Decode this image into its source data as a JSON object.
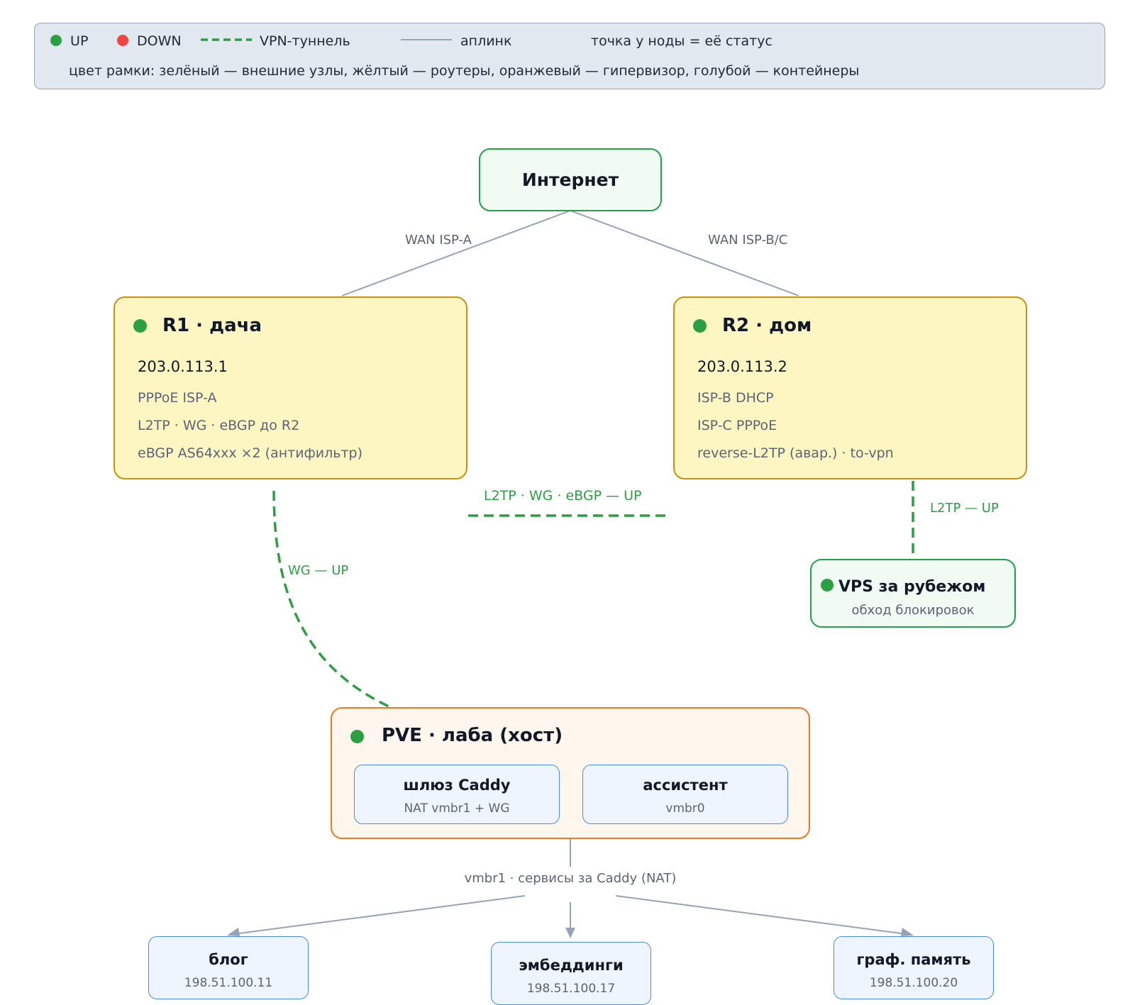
{
  "legend": {
    "up": "UP",
    "down": "DOWN",
    "vpn": "VPN-туннель",
    "uplink": "аплинк",
    "dot_note": "точка у ноды = её статус",
    "frame_note": "цвет рамки: зелёный — внешние узлы, жёлтый — роутеры, оранжевый — гипервизор, голубой — контейнеры"
  },
  "colors": {
    "up": "#2e9e44",
    "down": "#ef4444",
    "external_border": "#22a04b",
    "router_border": "#c99015",
    "hypervisor_border": "#ec7a24",
    "container_border": "#4a8ddf",
    "uplink": "#94a3b8"
  },
  "nodes": {
    "internet": {
      "title": "Интернет"
    },
    "r1": {
      "status": "up",
      "title": "R1 · дача",
      "ip": "203.0.113.1",
      "lines": [
        "PPPoE ISP-A",
        "L2TP · WG · eBGP до R2",
        "eBGP AS64xxx ×2 (антифильтр)"
      ]
    },
    "r2": {
      "status": "up",
      "title": "R2 · дом",
      "ip": "203.0.113.2",
      "lines": [
        "ISP-B DHCP",
        "ISP-C PPPoE",
        "reverse-L2TP (авар.) · to-vpn"
      ]
    },
    "vps": {
      "status": "up",
      "title": "VPS за рубежом",
      "sub": "обход блокировок"
    },
    "pve": {
      "status": "up",
      "title": "PVE · лаба (хост)",
      "containers": [
        {
          "title": "шлюз Caddy",
          "sub": "NAT vmbr1 + WG"
        },
        {
          "title": "ассистент",
          "sub": "vmbr0"
        }
      ]
    },
    "services": [
      {
        "title": "блог",
        "ip": "198.51.100.11"
      },
      {
        "title": "эмбеддинги",
        "ip": "198.51.100.17"
      },
      {
        "title": "граф. память",
        "ip": "198.51.100.20"
      }
    ]
  },
  "links": {
    "wan_a": "WAN ISP-A",
    "wan_bc": "WAN ISP-B/C",
    "r1_r2": "L2TP · WG · eBGP — UP",
    "r2_vps": "L2TP — UP",
    "r1_pve": "WG — UP",
    "vmbr1": "vmbr1 · сервисы за Caddy (NAT)"
  }
}
